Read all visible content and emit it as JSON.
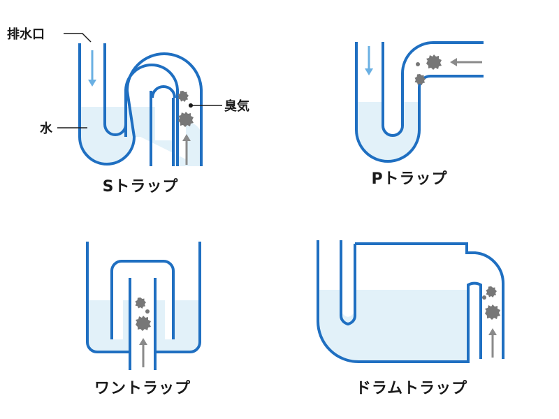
{
  "colors": {
    "pipe": "#1f6fc1",
    "water": "#e2f1f9",
    "flow_arrow": "#6ab0e3",
    "gas_arrow": "#8a8a8a",
    "gas": "#777777",
    "leader": "#1a1a1a",
    "text": "#1a1a1a"
  },
  "labels": {
    "drain": "排水口",
    "water": "水",
    "odor": "臭気"
  },
  "traps": [
    {
      "caption": "Sトラップ"
    },
    {
      "caption": "Pトラップ"
    },
    {
      "caption": "ワントラップ"
    },
    {
      "caption": "ドラムトラップ"
    }
  ],
  "icons": {
    "flow": "down-arrow-icon",
    "gas_rise": "up-arrow-icon",
    "gas_in": "left-arrow-icon",
    "odor_particle": "odor-blob-icon"
  }
}
